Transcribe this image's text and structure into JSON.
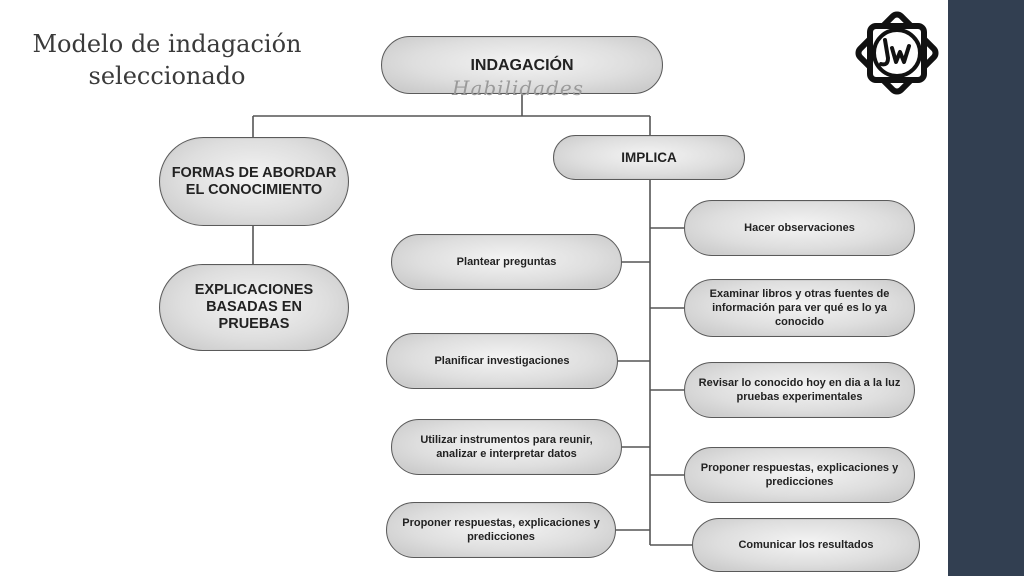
{
  "slide": {
    "title_line1": "Modelo de indagación",
    "title_line2": "seleccionado",
    "logo_text": "JW",
    "accent_color": "#323f51"
  },
  "diagram": {
    "root": {
      "label": "INDAGACIÓN",
      "annotation": "Habilidades"
    },
    "left_branch": {
      "label": "FORMAS DE ABORDAR EL CONOCIMIENTO",
      "child": "EXPLICACIONES BASADAS EN PRUEBAS"
    },
    "right_branch": {
      "label": "IMPLICA",
      "left_items": [
        "Plantear preguntas",
        "Planificar investigaciones",
        "Utilizar instrumentos para reunir, analizar e interpretar datos",
        "Proponer respuestas, explicaciones y predicciones"
      ],
      "right_items": [
        "Hacer observaciones",
        "Examinar libros y otras fuentes de información para ver qué es lo ya conocido",
        "Revisar lo conocido hoy en dia a la luz pruebas experimentales",
        "Proponer respuestas, explicaciones y predicciones",
        "Comunicar los resultados"
      ]
    }
  }
}
